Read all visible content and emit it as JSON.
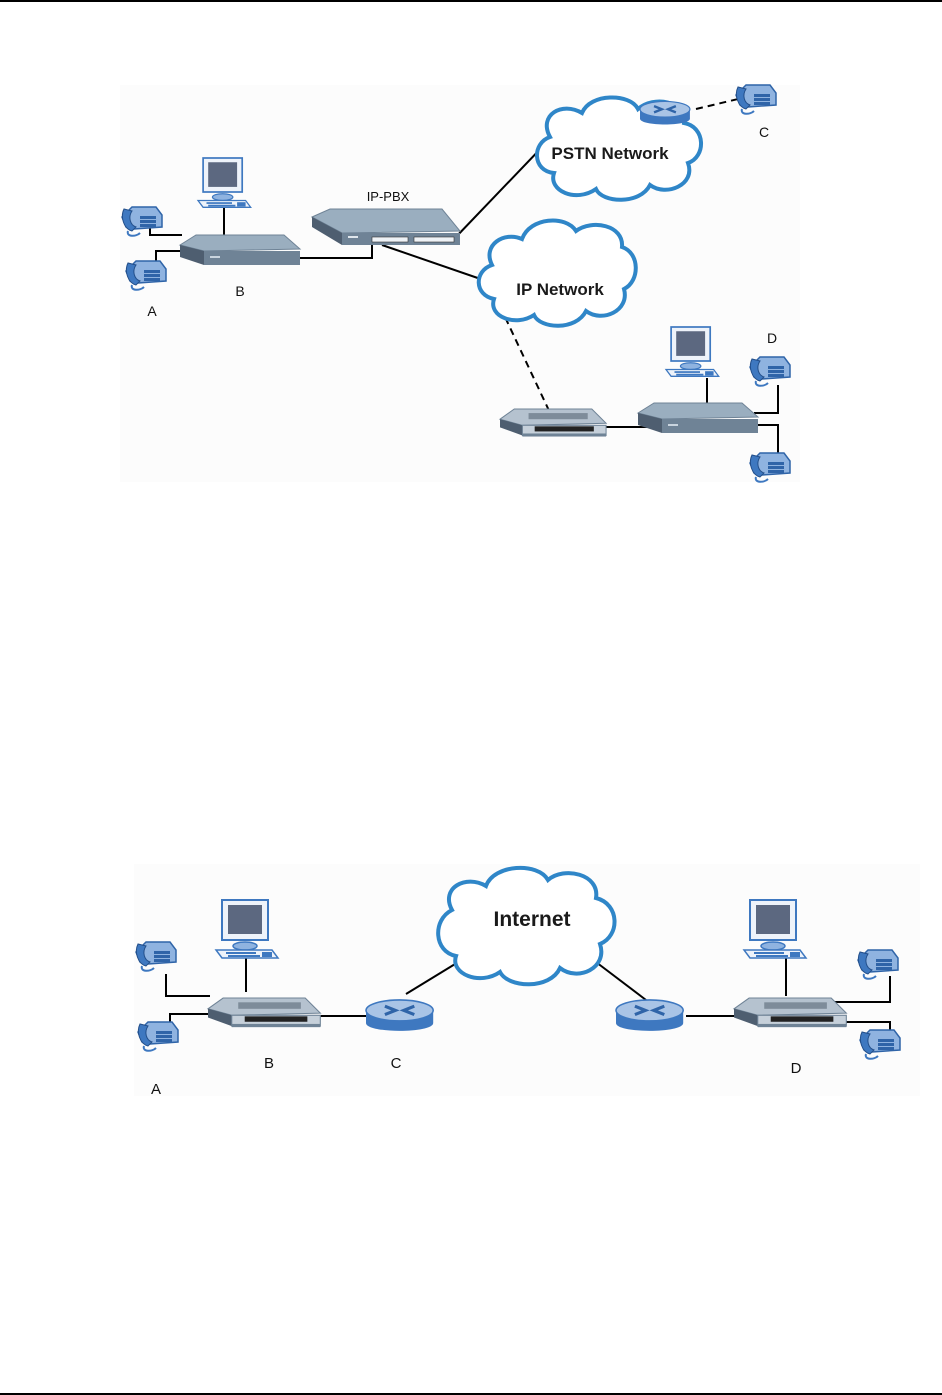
{
  "page": {
    "header_rule": true,
    "footer_rule": true
  },
  "figure1": {
    "clouds": {
      "pstn": "PSTN Network",
      "ip": "IP Network"
    },
    "labels": {
      "ippbx": "IP-PBX",
      "a": "A",
      "b": "B",
      "c": "C",
      "d": "D"
    }
  },
  "figure2": {
    "clouds": {
      "internet": "Internet"
    },
    "labels": {
      "a": "A",
      "b": "B",
      "c": "C",
      "d": "D"
    }
  },
  "colors": {
    "cloud_edge": "#2f86c8",
    "cloud_fill": "#ffffff",
    "device_top": "#9aaebf",
    "device_front": "#6f8396",
    "screen": "#5c6880",
    "phone": "#3e78c0",
    "link": "#000000"
  }
}
